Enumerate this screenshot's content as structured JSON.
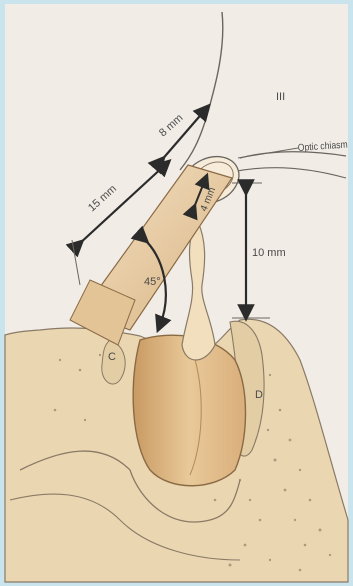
{
  "figure": {
    "labels": {
      "roman_numeral": "III",
      "optic_chiasm": "Optic chiasm",
      "dim_15": "15 mm",
      "dim_8": "8 mm",
      "dim_4": "4 mm",
      "dim_10": "10 mm",
      "angle_45": "45°",
      "letter_c": "C",
      "letter_d": "D"
    },
    "colors": {
      "frame": "#c9e4ec",
      "paper": "#f1ede6",
      "bone": "#ead7b2",
      "bone_dark": "#d6b98a",
      "gland": "#e8c797",
      "gland_dark": "#c99a63",
      "line": "#6b6560",
      "arrow": "#2b2b2b"
    }
  }
}
